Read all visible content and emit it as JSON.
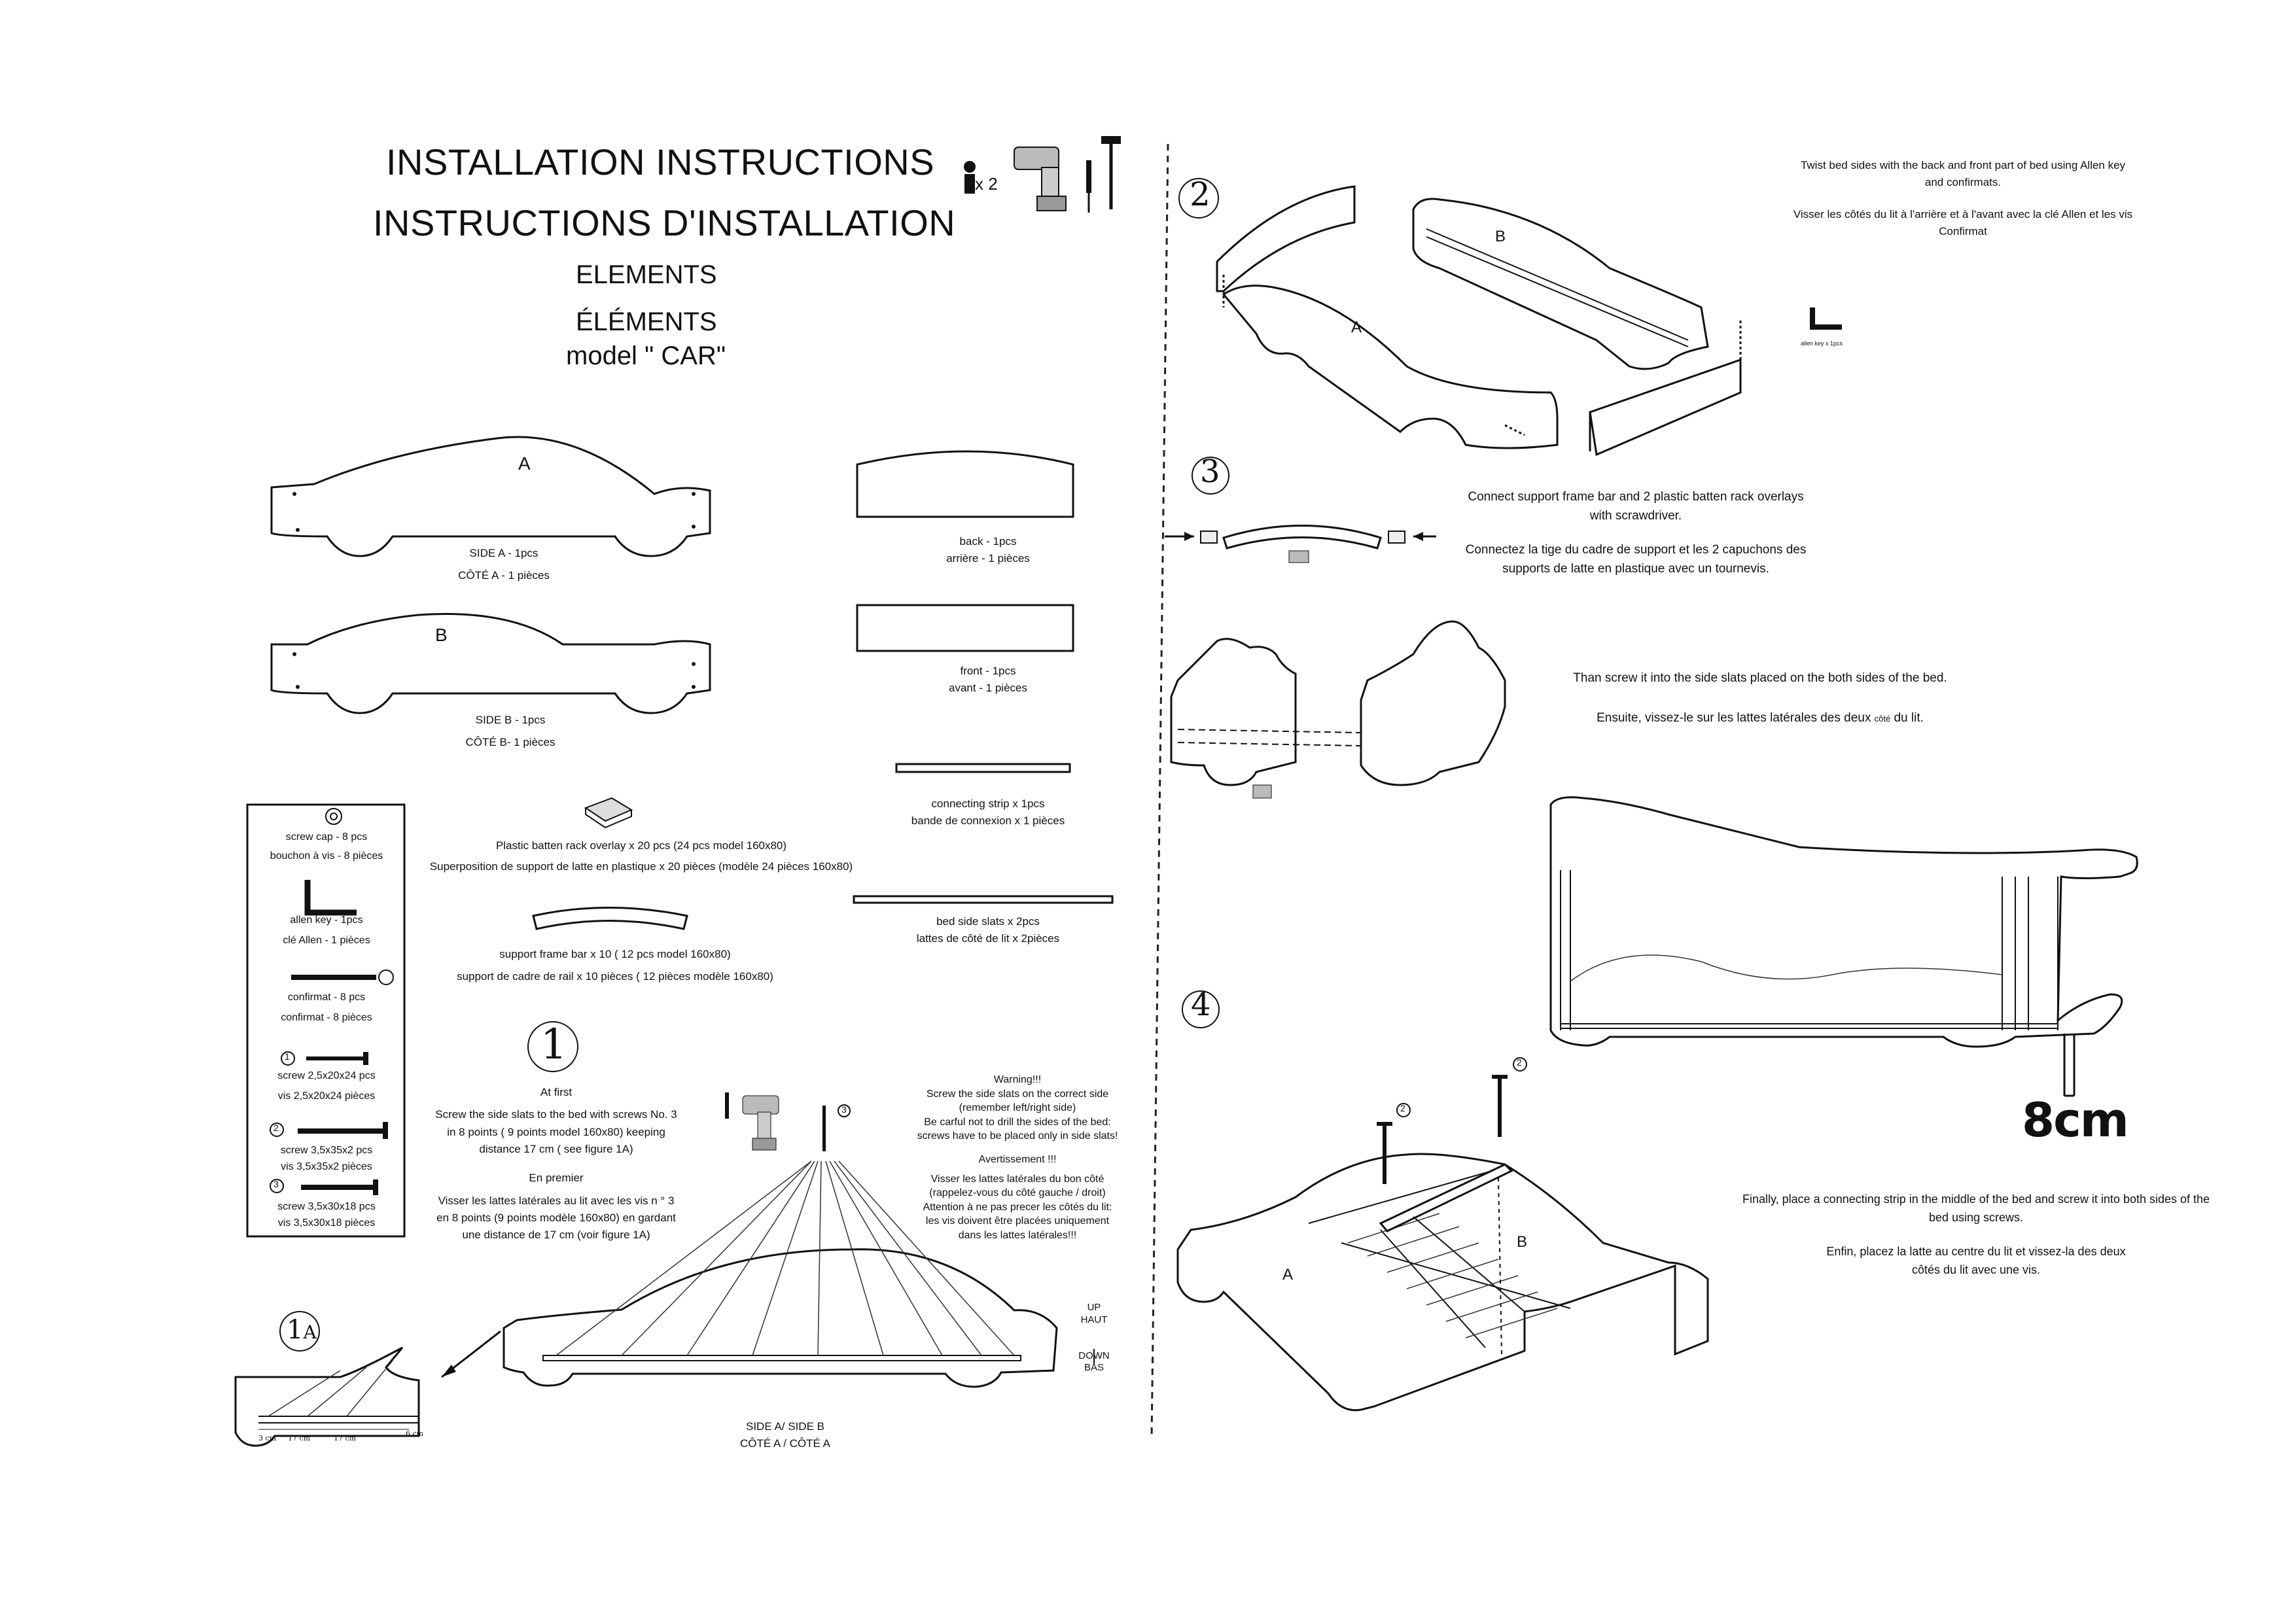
{
  "title_en": "INSTALLATION INSTRUCTIONS",
  "title_fr": "INSTRUCTIONS D'INSTALLATION",
  "elements_en": "ELEMENTS",
  "elements_fr": "ÉLÉMENTS",
  "model": "model \" CAR\"",
  "people_count": "x 2",
  "parts": {
    "side_a_letter": "A",
    "side_a_1": "SIDE A - 1pcs",
    "side_a_2": "CÔTÉ A - 1 pièces",
    "side_b_letter": "B",
    "side_b_1": "SIDE B - 1pcs",
    "side_b_2": "CÔTÉ B- 1 pièces",
    "back_1": "back - 1pcs",
    "back_2": "arrière - 1 pièces",
    "front_1": "front - 1pcs",
    "front_2": "avant - 1 pièces",
    "strip_1": "connecting strip x 1pcs",
    "strip_2": "bande de connexion x 1 pièces",
    "overlay_1": "Plastic batten rack overlay x 20 pcs (24 pcs model 160x80)",
    "overlay_2": "Superposition de support de latte en plastique x 20 pièces (modèle 24 pièces 160x80)",
    "slats_1": "bed side slats x 2pcs",
    "slats_2": "lattes de côté de lit x 2pièces",
    "frame_1": "support frame bar x 10 ( 12 pcs model 160x80)",
    "frame_2": "support de cadre de rail x 10 pièces ( 12 pièces modèle  160x80)"
  },
  "hardware": {
    "cap_1": "screw cap - 8 pcs",
    "cap_2": "bouchon à vis - 8  pièces",
    "allen_1": "allen key - 1pcs",
    "allen_2": "clé Allen - 1 pièces",
    "confirmat_1": "confirmat - 8 pcs",
    "confirmat_2": "confirmat - 8 pièces",
    "n1": "1",
    "n2": "2",
    "n3": "3",
    "s1_1": "screw 2,5x20x24 pcs",
    "s1_2": "vis 2,5x20x24 pièces",
    "s2_1": "screw 3,5x35x2 pcs",
    "s2_2": "vis 3,5x35x2 pièces",
    "s3_1": "screw 3,5x30x18 pcs",
    "s3_2": "vis 3,5x30x18  pièces"
  },
  "step1": {
    "num": "1",
    "head_en": "At first",
    "text_en": "Screw the side slats to the bed with screws No. 3 in 8 points ( 9 points model 160x80) keeping distance 17 cm ( see figure 1A)",
    "head_fr": "En premier",
    "text_fr": "Visser les lattes latérales au lit avec les vis n ° 3 en 8 points (9 points modèle 160x80) en gardant une distance de 17 cm (voir figure 1A)",
    "screw_num": "3",
    "warn_head": "Warning!!!",
    "warn_1": "Screw the side slats on the correct side",
    "warn_2": "(remember left/right side)",
    "warn_3": "Be carful not to drill the sides of the bed:",
    "warn_4": "screws have to be placed only in side slats!",
    "avert_head": "Avertissement !!!",
    "avert_1": "Visser les lattes latérales du bon côté",
    "avert_2": "(rappelez-vous du côté gauche / droit)",
    "avert_3": "Attention à ne pas precer les côtés du lit:",
    "avert_4": "les vis doivent être placées uniquement",
    "avert_5": "dans les lattes latérales!!!",
    "up_1": "UP",
    "up_2": "HAUT",
    "down_1": "DOWN",
    "down_2": "BAS",
    "side_1": "SIDE A/ SIDE B",
    "side_2": "CÔTÉ A / CÔTÉ A"
  },
  "fig1a": {
    "num": "1",
    "sub": "A",
    "d1": "3 cm",
    "d2": "17 cm",
    "d3": "17 cm",
    "d4": "6 cm"
  },
  "step2": {
    "num": "2",
    "letter_a": "A",
    "letter_b": "B",
    "text_en_1": "Twist bed sides with the back and front part of bed using Allen key",
    "text_en_2": "and confirmats.",
    "text_fr_1": "Visser les côtés du lit à l'arrière et à l'avant avec la clé Allen et les vis",
    "text_fr_2": "Confirmat",
    "allen_label": "allen key x 1pcs"
  },
  "step3": {
    "num": "3",
    "text_en_1": "Connect support frame bar and 2 plastic batten rack overlays",
    "text_en_2": "with scrawdriver.",
    "text_fr_1": "Connectez la tige du cadre de support et les 2 capuchons des",
    "text_fr_2": "supports de latte en plastique avec un tournevis.",
    "then_en": "Than screw it into the side slats placed on the both sides of the bed.",
    "then_fr_1": "Ensuite, vissez-le sur les lattes  latérales des deux",
    "then_fr_small": "côté",
    "then_fr_2": " du lit."
  },
  "step4": {
    "num": "4",
    "screw_num": "2",
    "letter_a": "A",
    "letter_b": "B",
    "text_en_1": "Finally, place a connecting strip in the middle of the bed and screw it into both sides of the",
    "text_en_2": "bed using screws.",
    "text_fr_1": "Enfin, placez la latte au centre du lit et vissez-la des deux",
    "text_fr_2": "côtés du lit avec une vis.",
    "measure": "8cm"
  }
}
